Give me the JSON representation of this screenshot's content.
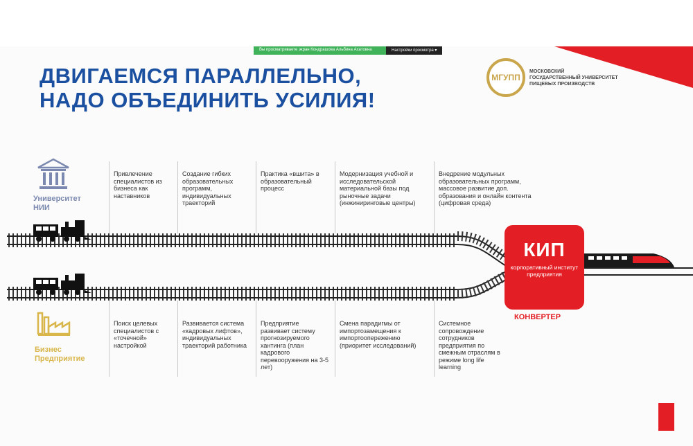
{
  "share_bar": {
    "message": "Вы просматриваете экран Кондрашова Альбина Ахатовна",
    "settings_label": "Настройки просмотра"
  },
  "title": {
    "line1": "ДВИГАЕМСЯ ПАРАЛЛЕЛЬНО,",
    "line2": "НАДО ОБЪЕДИНИТЬ УСИЛИЯ!"
  },
  "logo": {
    "mark": "МГУПП",
    "line1": "МОСКОВСКИЙ",
    "line2": "ГОСУДАРСТВЕННЫЙ УНИВЕРСИТЕТ",
    "line3": "ПИЩЕВЫХ ПРОИЗВОДСТВ"
  },
  "categories": {
    "university": {
      "line1": "Университет",
      "line2": "НИИ"
    },
    "business": {
      "line1": "Бизнес",
      "line2": "Предприятие"
    }
  },
  "university_steps": [
    "Привлечение специалистов из бизнеса как наставников",
    "Создание гибких образовательных программ, индивидуальных траекторий",
    "Практика «вшита» в образовательный процесс",
    "Модернизация учебной и исследовательской материальной базы под рыночные задачи (инжиниринговые центры)",
    "Внедрение модульных образовательных программ, массовое развитие доп. образования и онлайн контента (цифровая среда)"
  ],
  "business_steps": [
    "Поиск целевых специалистов с «точечной» настройкой",
    "Развивается система «кадровых лифтов», индивидуальных траекторий работника",
    "Предприятие развивает систему прогнозируемого хантинга (план кадрового перевооружения на 3-5 лет)",
    "Смена парадигмы от импортозамещения к импортоопережению (приоритет исследований)",
    "Системное сопровождение сотрудников предприятия по смежным отраслям в режиме long life learning"
  ],
  "kip": {
    "title": "КИП",
    "subtitle": "корпоративный институт предприятия",
    "caption": "КОНВЕРТЕР"
  },
  "colors": {
    "title_blue": "#1b4fa0",
    "accent_red": "#e31e24",
    "gold": "#d8b64a",
    "university_gray": "#7b89b0"
  }
}
